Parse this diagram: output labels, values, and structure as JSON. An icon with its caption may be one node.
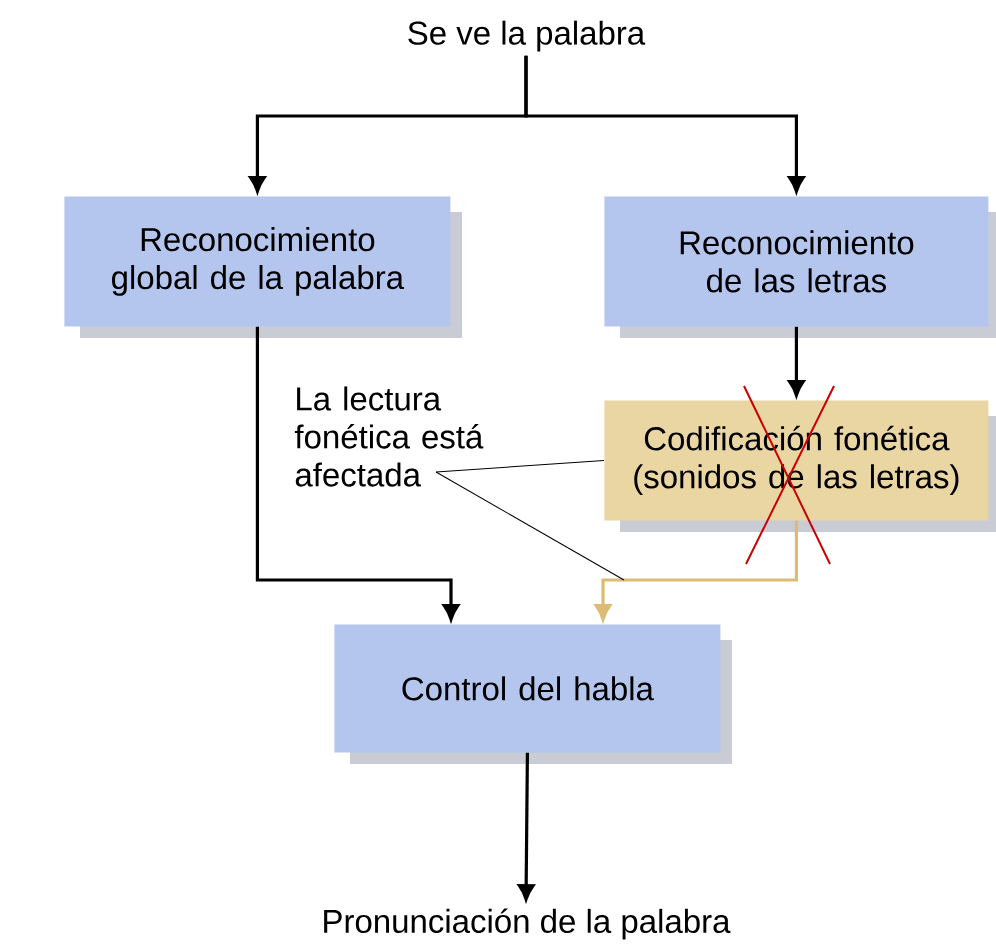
{
  "diagram": {
    "nodes": [
      {
        "text": [
          "Se ve la palabra"
        ]
      },
      {
        "text": [
          "Reconocimiento global de la palabra"
        ]
      },
      {
        "text": [
          "Reconocimiento de las letras"
        ]
      },
      {
        "text": [
          "Codificación fonética (sonidos de las letras)"
        ]
      },
      {
        "text": [
          "Control del habla"
        ]
      },
      {
        "text": [
          "Pronunciación de la palabra"
        ]
      },
      {
        "text": [
          "La lectura fonética está afectada"
        ]
      }
    ],
    "edges": [
      {
        "from": 0,
        "to": 1,
        "arrow": "to"
      },
      {
        "from": 0,
        "to": 2,
        "arrow": "to"
      },
      {
        "from": 1,
        "to": 4,
        "arrow": "to"
      },
      {
        "from": 2,
        "to": 3,
        "arrow": "to"
      },
      {
        "from": 3,
        "to": 4,
        "arrow": "to",
        "color": "#dcbc72"
      },
      {
        "from": 4,
        "to": 5,
        "arrow": "to"
      },
      {
        "from": 6,
        "to": 3,
        "arrow": "none"
      },
      {
        "from": 6,
        "to": null,
        "arrow": "none"
      }
    ]
  }
}
